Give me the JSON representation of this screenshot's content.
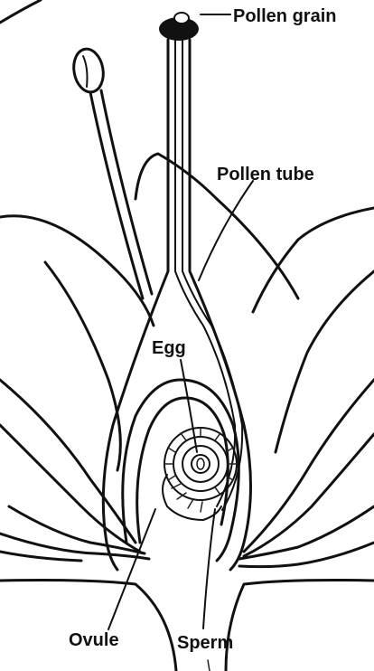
{
  "labels": {
    "pollen_grain": "Pollen grain",
    "pollen_tube": "Pollen tube",
    "egg": "Egg",
    "ovule": "Ovule",
    "sperm": "Sperm"
  }
}
